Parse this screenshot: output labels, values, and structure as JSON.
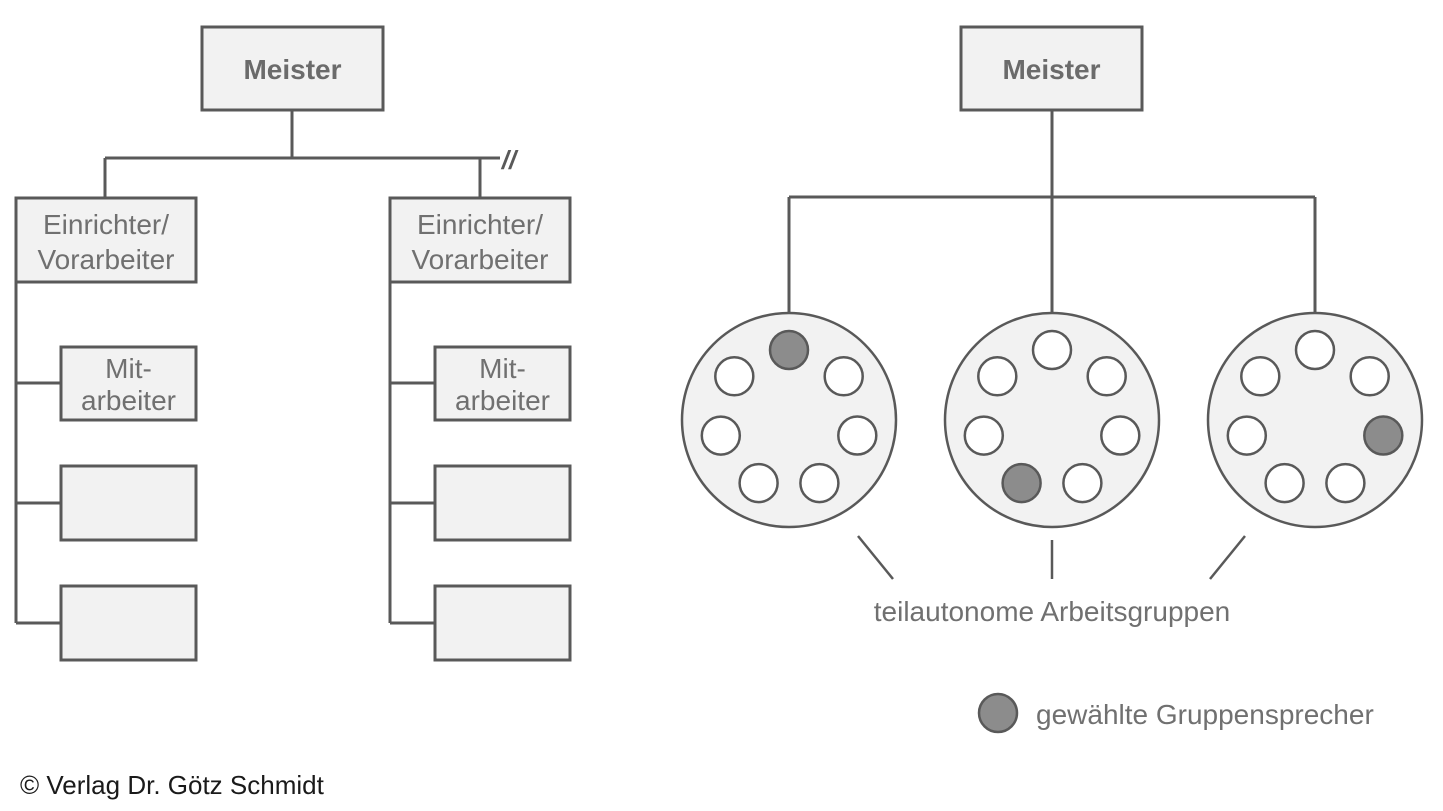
{
  "left_chart": {
    "head": "Meister",
    "break_mark": "//",
    "branches": [
      {
        "lead": [
          "Einrichter/",
          "Vorarbeiter"
        ],
        "workers": [
          [
            "Mit-",
            "arbeiter"
          ],
          [],
          []
        ]
      },
      {
        "lead": [
          "Einrichter/",
          "Vorarbeiter"
        ],
        "workers": [
          [
            "Mit-",
            "arbeiter"
          ],
          [],
          []
        ]
      }
    ]
  },
  "right_chart": {
    "head": "Meister",
    "groups_label": "teilautonome Arbeitsgruppen",
    "groups": [
      {
        "speaker_index": 0
      },
      {
        "speaker_index": 4
      },
      {
        "speaker_index": 2
      }
    ]
  },
  "legend": {
    "speaker_label": "gewählte Gruppensprecher"
  },
  "colors": {
    "line": "#595959",
    "box_fill": "#f2f2f2",
    "speaker_fill": "#8c8c8c",
    "member_fill": "#ffffff"
  },
  "copyright": "© Verlag Dr. Götz Schmidt"
}
